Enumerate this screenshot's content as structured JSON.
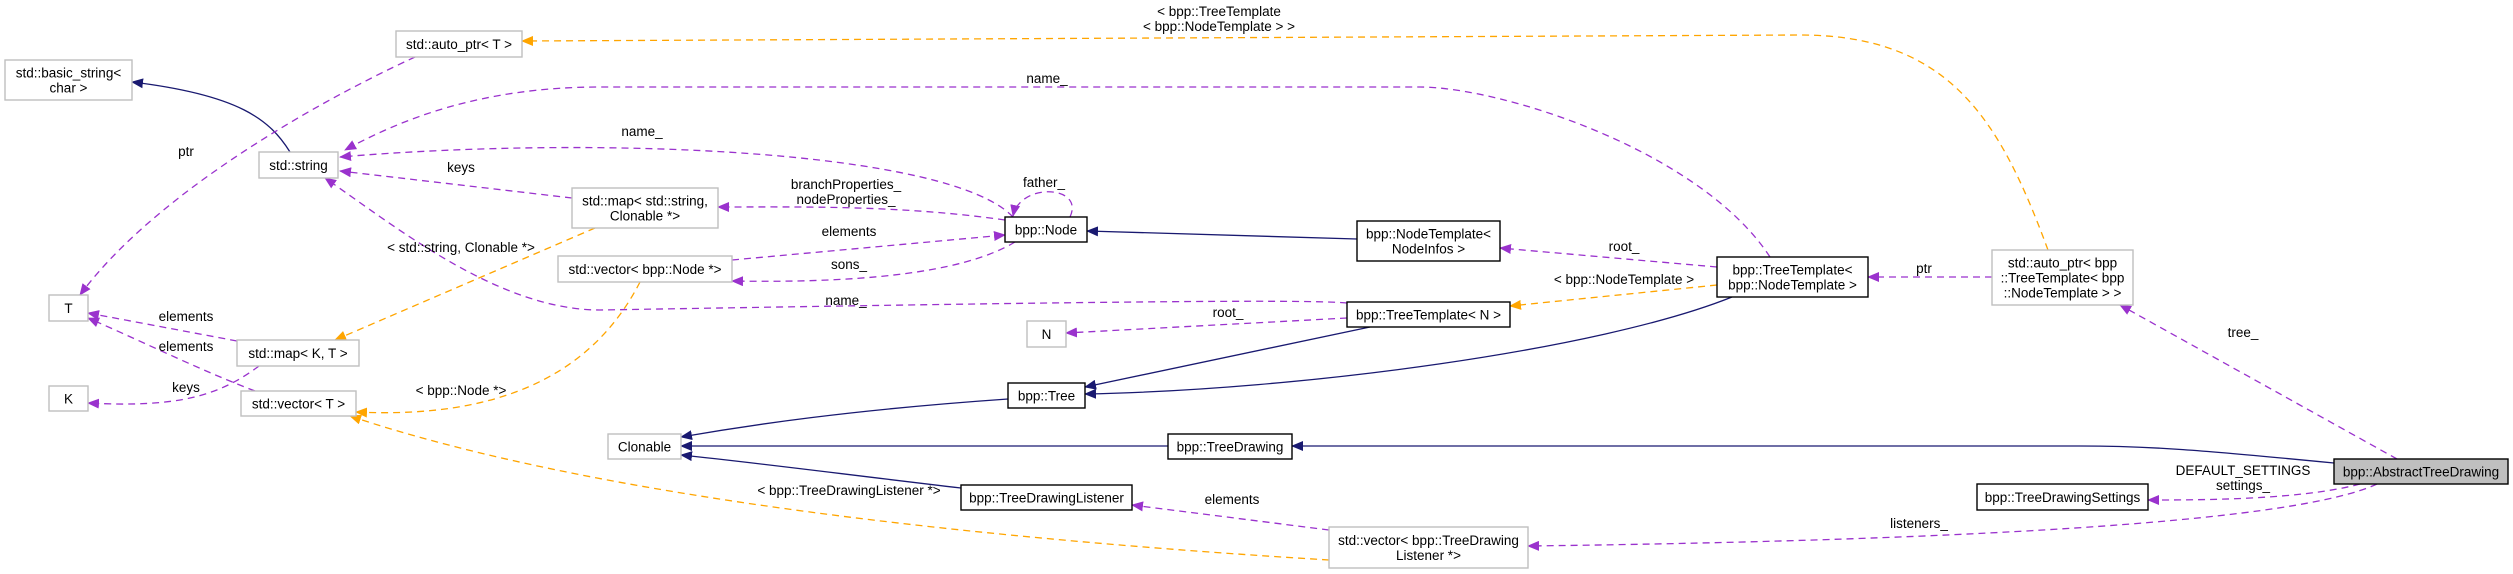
{
  "colors": {
    "inheritance": "#191970",
    "usage": "#9a32cd",
    "template": "#ffa500",
    "highlight_fill": "#bfbfbf"
  },
  "nodes": [
    {
      "id": "basic_string",
      "lines": [
        "std::basic_string<",
        "char >"
      ],
      "documented": false
    },
    {
      "id": "auto_ptr_T",
      "lines": [
        "std::auto_ptr< T >"
      ],
      "documented": false
    },
    {
      "id": "string",
      "lines": [
        "std::string"
      ],
      "documented": false
    },
    {
      "id": "map_string",
      "lines": [
        "std::map< std::string,",
        "Clonable *>"
      ],
      "documented": false
    },
    {
      "id": "vector_node",
      "lines": [
        "std::vector< bpp::Node *>"
      ],
      "documented": false
    },
    {
      "id": "T",
      "lines": [
        "T"
      ],
      "documented": false
    },
    {
      "id": "map_KT",
      "lines": [
        "std::map< K, T >"
      ],
      "documented": false
    },
    {
      "id": "K",
      "lines": [
        "K"
      ],
      "documented": false
    },
    {
      "id": "vector_T",
      "lines": [
        "std::vector< T >"
      ],
      "documented": false
    },
    {
      "id": "Clonable",
      "lines": [
        "Clonable"
      ],
      "documented": false
    },
    {
      "id": "Node",
      "lines": [
        "bpp::Node"
      ],
      "documented": true
    },
    {
      "id": "NodeTemplate_NI",
      "lines": [
        "bpp::NodeTemplate<",
        "NodeInfos >"
      ],
      "documented": true
    },
    {
      "id": "TreeTemplate_N",
      "lines": [
        "bpp::TreeTemplate< N >"
      ],
      "documented": true
    },
    {
      "id": "N",
      "lines": [
        "N"
      ],
      "documented": false
    },
    {
      "id": "Tree",
      "lines": [
        "bpp::Tree"
      ],
      "documented": true
    },
    {
      "id": "TreeDrawing",
      "lines": [
        "bpp::TreeDrawing"
      ],
      "documented": true
    },
    {
      "id": "TreeDrawingListener",
      "lines": [
        "bpp::TreeDrawingListener"
      ],
      "documented": true
    },
    {
      "id": "vector_TDL",
      "lines": [
        "std::vector< bpp::TreeDrawing",
        "Listener *>"
      ],
      "documented": false
    },
    {
      "id": "TreeTemplate_NT",
      "lines": [
        "bpp::TreeTemplate<",
        "bpp::NodeTemplate >"
      ],
      "documented": true
    },
    {
      "id": "auto_ptr_TT",
      "lines": [
        "std::auto_ptr< bpp",
        "::TreeTemplate< bpp",
        "::NodeTemplate > >"
      ],
      "documented": false
    },
    {
      "id": "AbstractTreeDrawing",
      "lines": [
        "bpp::AbstractTreeDrawing"
      ],
      "documented": true,
      "highlighted": true
    },
    {
      "id": "TreeDrawingSettings",
      "lines": [
        "bpp::TreeDrawingSettings"
      ],
      "documented": true
    }
  ],
  "edges": [
    {
      "id": "e1",
      "from": "string",
      "to": "basic_string",
      "type": "inheritance",
      "label": []
    },
    {
      "id": "e2",
      "from": "auto_ptr_T",
      "to": "T",
      "type": "usage",
      "label": [
        "ptr"
      ]
    },
    {
      "id": "e3",
      "from": "map_string",
      "to": "string",
      "type": "usage",
      "label": [
        "keys"
      ]
    },
    {
      "id": "e4",
      "from": "Node",
      "to": "string",
      "type": "usage",
      "label": [
        "name_"
      ]
    },
    {
      "id": "e5",
      "from": "TreeTemplate_NT",
      "to": "string",
      "type": "usage",
      "label": [
        "name_"
      ]
    },
    {
      "id": "e6",
      "from": "Node",
      "to": "map_string",
      "type": "usage",
      "label": [
        "branchProperties_",
        "nodeProperties_"
      ]
    },
    {
      "id": "e7",
      "from": "vector_node",
      "to": "Node",
      "type": "usage",
      "label": [
        "elements"
      ]
    },
    {
      "id": "e8",
      "from": "Node",
      "to": "vector_node",
      "type": "usage",
      "label": [
        "sons_"
      ]
    },
    {
      "id": "e9",
      "from": "Node",
      "to": "Node",
      "type": "usage",
      "label": [
        "father_"
      ]
    },
    {
      "id": "e10",
      "from": "map_string",
      "to": "map_KT",
      "type": "template",
      "label": [
        "< std::string, Clonable *>"
      ]
    },
    {
      "id": "e11",
      "from": "map_KT",
      "to": "T",
      "type": "usage",
      "label": [
        "elements"
      ]
    },
    {
      "id": "e12",
      "from": "vector_T",
      "to": "T",
      "type": "usage",
      "label": [
        "elements"
      ]
    },
    {
      "id": "e13",
      "from": "map_KT",
      "to": "K",
      "type": "usage",
      "label": [
        "keys"
      ]
    },
    {
      "id": "e14",
      "from": "vector_node",
      "to": "vector_T",
      "type": "template",
      "label": [
        "< bpp::Node *>"
      ]
    },
    {
      "id": "e15",
      "from": "vector_TDL",
      "to": "vector_T",
      "type": "template",
      "label": [
        "< bpp::TreeDrawingListener *>"
      ]
    },
    {
      "id": "e16",
      "from": "TreeTemplate_N",
      "to": "string",
      "type": "usage",
      "label": [
        "name_"
      ]
    },
    {
      "id": "e17",
      "from": "TreeTemplate_N",
      "to": "N",
      "type": "usage",
      "label": [
        "root_"
      ]
    },
    {
      "id": "e18",
      "from": "NodeTemplate_NI",
      "to": "Node",
      "type": "inheritance",
      "label": []
    },
    {
      "id": "e19",
      "from": "TreeTemplate_NT",
      "to": "NodeTemplate_NI",
      "type": "usage",
      "label": [
        "root_"
      ]
    },
    {
      "id": "e20",
      "from": "TreeTemplate_NT",
      "to": "TreeTemplate_N",
      "type": "template",
      "label": [
        "< bpp::NodeTemplate >"
      ]
    },
    {
      "id": "e21",
      "from": "TreeTemplate_N",
      "to": "Tree",
      "type": "inheritance",
      "label": []
    },
    {
      "id": "e22",
      "from": "TreeTemplate_NT",
      "to": "Tree",
      "type": "inheritance",
      "label": []
    },
    {
      "id": "e23",
      "from": "auto_ptr_TT",
      "to": "TreeTemplate_NT",
      "type": "usage",
      "label": [
        "ptr"
      ]
    },
    {
      "id": "e24",
      "from": "auto_ptr_TT",
      "to": "auto_ptr_T",
      "type": "template",
      "label": [
        "< bpp::TreeTemplate",
        "< bpp::NodeTemplate > >"
      ]
    },
    {
      "id": "e25",
      "from": "Tree",
      "to": "Clonable",
      "type": "inheritance",
      "label": []
    },
    {
      "id": "e26",
      "from": "TreeDrawing",
      "to": "Clonable",
      "type": "inheritance",
      "label": []
    },
    {
      "id": "e27",
      "from": "TreeDrawingListener",
      "to": "Clonable",
      "type": "inheritance",
      "label": []
    },
    {
      "id": "e28",
      "from": "AbstractTreeDrawing",
      "to": "TreeDrawing",
      "type": "inheritance",
      "label": []
    },
    {
      "id": "e29",
      "from": "vector_TDL",
      "to": "TreeDrawingListener",
      "type": "usage",
      "label": [
        "elements"
      ]
    },
    {
      "id": "e30",
      "from": "AbstractTreeDrawing",
      "to": "auto_ptr_TT",
      "type": "usage",
      "label": [
        "tree_"
      ]
    },
    {
      "id": "e31",
      "from": "AbstractTreeDrawing",
      "to": "TreeDrawingSettings",
      "type": "usage",
      "label": [
        "DEFAULT_SETTINGS",
        "settings_"
      ]
    },
    {
      "id": "e32",
      "from": "AbstractTreeDrawing",
      "to": "vector_TDL",
      "type": "usage",
      "label": [
        "listeners_"
      ]
    }
  ]
}
